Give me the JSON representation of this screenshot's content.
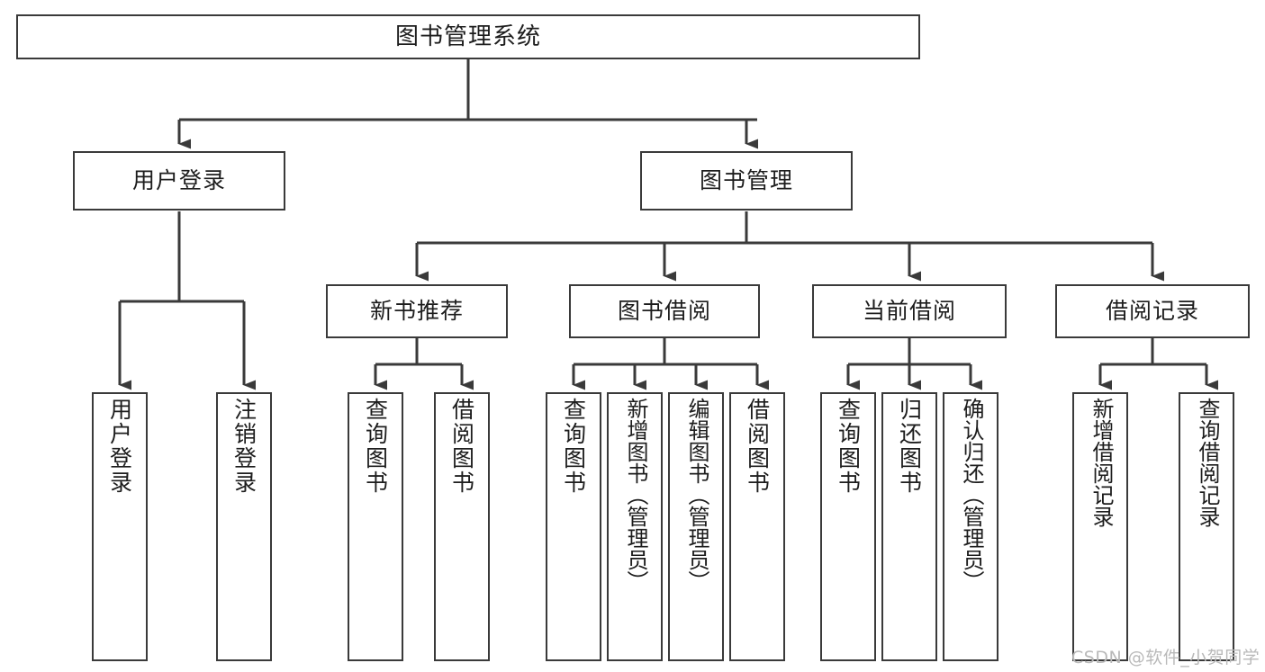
{
  "diagram": {
    "title": "图书管理系统",
    "watermark": "CSDN @软件_小贺同学",
    "colors": {
      "stroke": "#3a3a3a",
      "fill": "#ffffff",
      "text": "#1d1d1d",
      "watermark": "#b9b9b9"
    },
    "nodes": {
      "root": "图书管理系统",
      "level2": [
        "用户登录",
        "图书管理"
      ],
      "level3": [
        "新书推荐",
        "图书借阅",
        "当前借阅",
        "借阅记录"
      ],
      "leaves": {
        "user_login": [
          "用户登录",
          "注销登录"
        ],
        "new_book": [
          "查询图书",
          "借阅图书"
        ],
        "book_borrow": [
          "查询图书",
          "新增图书（管理员）",
          "编辑图书（管理员）",
          "借阅图书"
        ],
        "current_borrow": [
          "查询图书",
          "归还图书",
          "确认归还（管理员）"
        ],
        "borrow_record": [
          "新增借阅记录",
          "查询借阅记录"
        ]
      }
    }
  }
}
